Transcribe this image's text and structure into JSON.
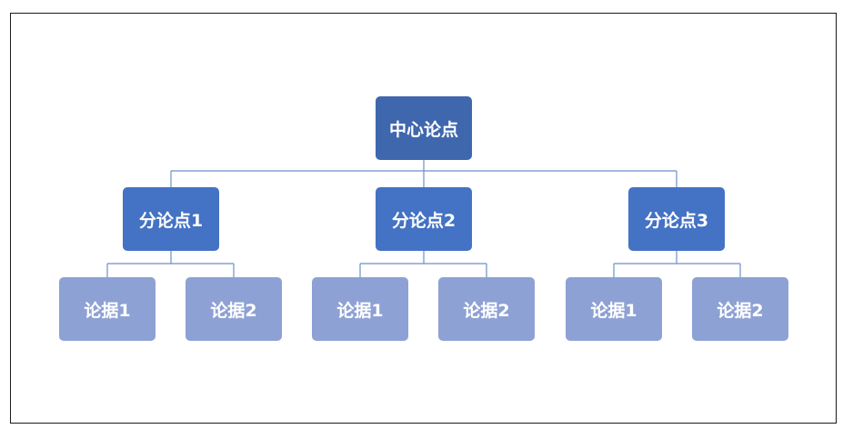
{
  "diagram": {
    "root": {
      "label": "中心论点"
    },
    "branches": [
      {
        "label": "分论点1",
        "children": [
          {
            "label": "论据1"
          },
          {
            "label": "论据2"
          }
        ]
      },
      {
        "label": "分论点2",
        "children": [
          {
            "label": "论据1"
          },
          {
            "label": "论据2"
          }
        ]
      },
      {
        "label": "分论点3",
        "children": [
          {
            "label": "论据1"
          },
          {
            "label": "论据2"
          }
        ]
      }
    ]
  },
  "colors": {
    "root_fill": "#3f67ad",
    "branch_fill": "#4472c4",
    "leaf_fill": "#8ea1d4",
    "connector": "#6e8fc9"
  }
}
